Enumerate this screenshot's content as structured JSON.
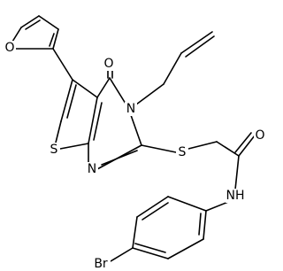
{
  "diagram": {
    "type": "chemical-structure",
    "atom_labels": {
      "furan_oxygen": "O",
      "carbonyl_oxygen": "O",
      "ring_nitrogen_3": "N",
      "ring_nitrogen_1": "N",
      "thiophene_sulfur": "S",
      "thioether_sulfur": "S",
      "amide_oxygen": "O",
      "amide_nitrogen": "NH",
      "bromine": "Br"
    }
  }
}
